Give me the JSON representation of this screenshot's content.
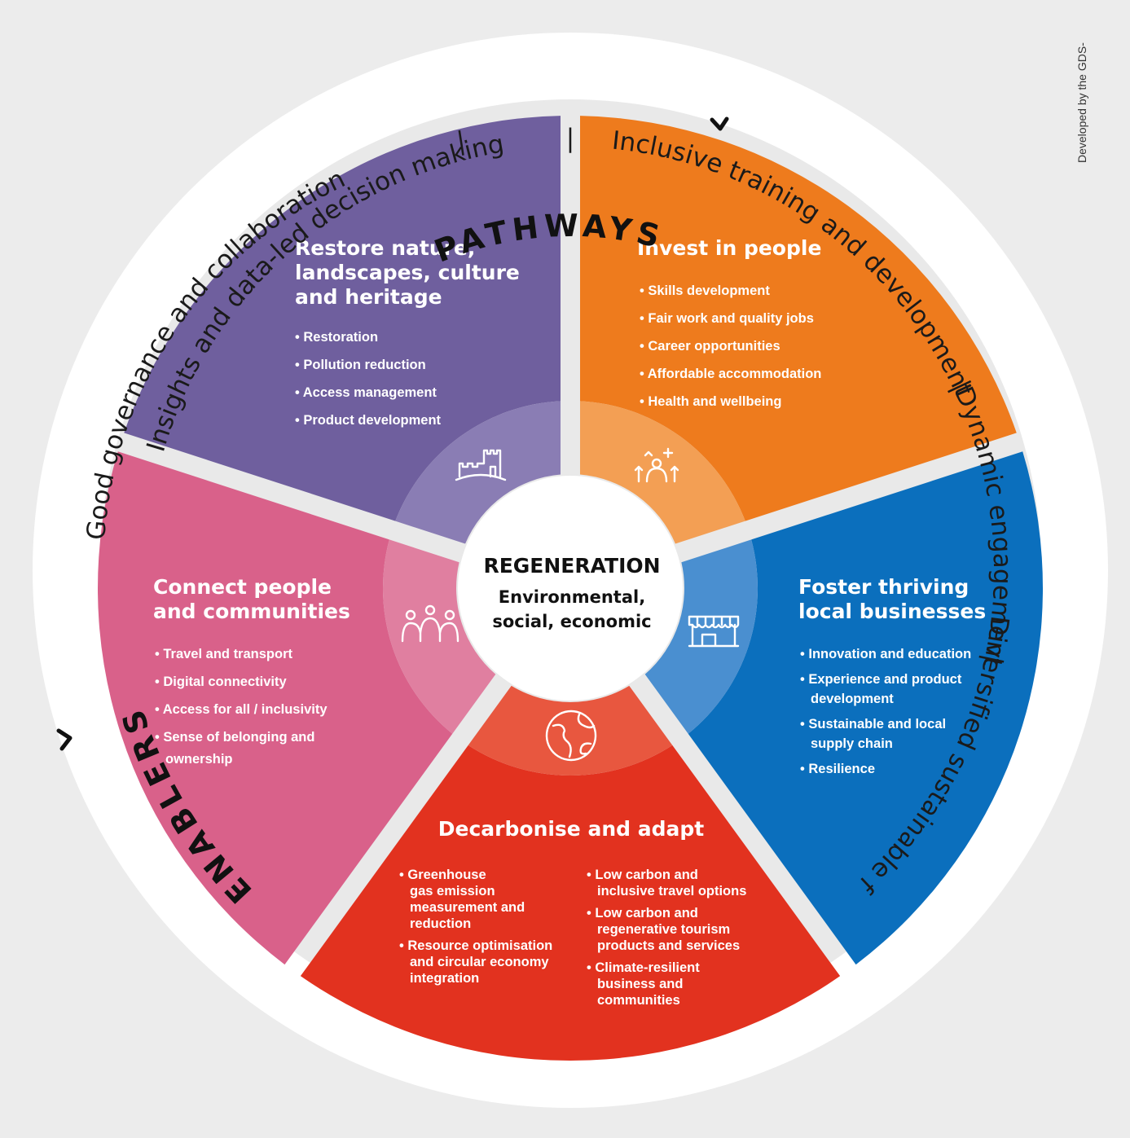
{
  "credit": "Developed by the GDS-",
  "ring": {
    "pathways_label": "PATHWAYS",
    "enablers_label": "ENABLERS",
    "enablers": [
      "Insights and data-led decision making",
      "Inclusive training and development",
      "Dynamic engagement",
      "Diversified sustainable funding",
      "Good governance and collaboration"
    ],
    "separator": "|"
  },
  "hub": {
    "title": "REGENERATION",
    "line1": "Environmental,",
    "line2": "social, economic"
  },
  "segments": [
    {
      "key": "nature",
      "color": "#6f5f9e",
      "inner_color": "#8a7db4",
      "icon": "castle-icon",
      "title_lines": [
        "Restore nature,",
        "landscapes, culture",
        "and heritage"
      ],
      "bullets": [
        [
          "Restoration"
        ],
        [
          "Pollution reduction"
        ],
        [
          "Access management"
        ],
        [
          "Product development"
        ]
      ]
    },
    {
      "key": "people",
      "color": "#ee7b1d",
      "inner_color": "#f39f54",
      "icon": "people-growth-icon",
      "title_lines": [
        "Invest in people"
      ],
      "bullets": [
        [
          "Skills development"
        ],
        [
          "Fair work and quality jobs"
        ],
        [
          "Career opportunities"
        ],
        [
          "Affordable accommodation"
        ],
        [
          "Health and wellbeing"
        ]
      ]
    },
    {
      "key": "business",
      "color": "#0b6fbd",
      "inner_color": "#4a8fd0",
      "icon": "shopfront-icon",
      "title_lines": [
        "Foster thriving",
        "local businesses"
      ],
      "bullets": [
        [
          "Innovation and education"
        ],
        [
          "Experience and product",
          "development"
        ],
        [
          "Sustainable and local",
          "supply chain"
        ],
        [
          "Resilience"
        ]
      ]
    },
    {
      "key": "decarbonise",
      "color": "#e2321f",
      "inner_color": "#e8573f",
      "icon": "globe-icon",
      "title_lines": [
        "Decarbonise and adapt"
      ],
      "bullets_left": [
        [
          "Greenhouse",
          "gas emission",
          "measurement and",
          "reduction"
        ],
        [
          "Resource optimisation",
          "and circular economy",
          "integration"
        ]
      ],
      "bullets_right": [
        [
          "Low carbon and",
          "inclusive travel options"
        ],
        [
          "Low carbon and",
          "regenerative tourism",
          "products and services"
        ],
        [
          "Climate-resilient",
          "business and",
          "communities"
        ]
      ]
    },
    {
      "key": "communities",
      "color": "#d9618a",
      "inner_color": "#e07fa0",
      "icon": "community-icon",
      "title_lines": [
        "Connect people",
        "and communities"
      ],
      "bullets": [
        [
          "Travel and transport"
        ],
        [
          "Digital connectivity"
        ],
        [
          "Access for all / inclusivity"
        ],
        [
          "Sense of belonging and",
          "ownership"
        ]
      ]
    }
  ]
}
